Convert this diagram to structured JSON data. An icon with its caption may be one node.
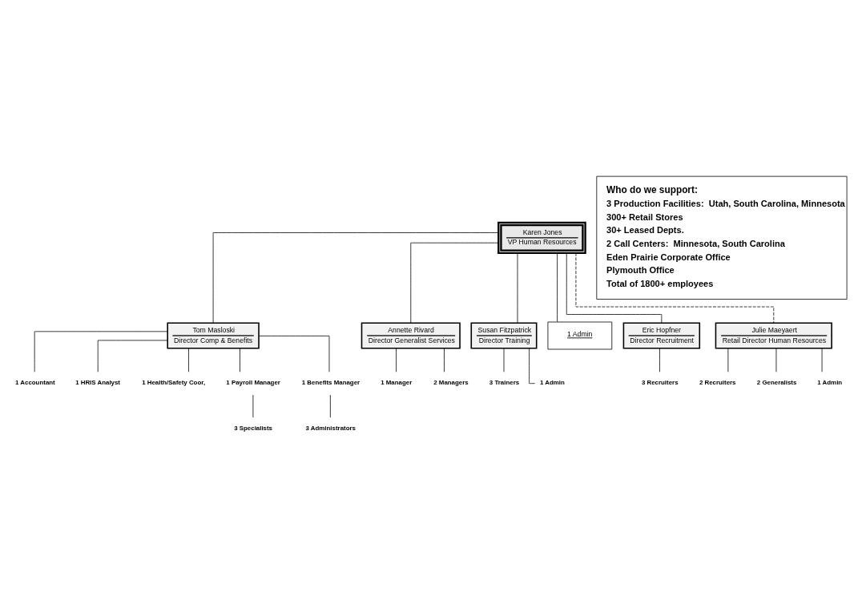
{
  "diagram": {
    "nodes": [
      {
        "text": [
          "Karen Jones",
          "VP Human Resources"
        ]
      },
      {
        "text": [
          "Tom Masloski",
          "Director Comp & Benefits"
        ]
      },
      {
        "text": [
          "Annette Rivard",
          "Director Generalist Services"
        ]
      },
      {
        "text": [
          "Susan Fitzpatrick",
          "Director Training"
        ]
      },
      {
        "text": [
          "1 Admin"
        ]
      },
      {
        "text": [
          "Eric Hopfner",
          "Director Recruitment"
        ]
      },
      {
        "text": [
          "Julie Maeyaert",
          "Retail Director Human Resources"
        ]
      },
      {
        "text": [
          "1 Accountant"
        ]
      },
      {
        "text": [
          "1 HRIS Analyst"
        ]
      },
      {
        "text": [
          "1 Health/Safety Coor,"
        ]
      },
      {
        "text": [
          "1 Payroll Manager"
        ]
      },
      {
        "text": [
          "3 Specialists"
        ]
      },
      {
        "text": [
          "1 Benefits Manager"
        ]
      },
      {
        "text": [
          "3 Administrators"
        ]
      },
      {
        "text": [
          "1 Manager"
        ]
      },
      {
        "text": [
          "2 Managers"
        ]
      },
      {
        "text": [
          "3 Trainers"
        ]
      },
      {
        "text": [
          "1 Admin"
        ]
      },
      {
        "text": [
          "3 Recruiters"
        ]
      },
      {
        "text": [
          "2 Recruiters"
        ]
      },
      {
        "text": [
          "2 Generalists"
        ]
      },
      {
        "text": [
          "1 Admin"
        ]
      },
      {
        "text": [
          "Who do we support:",
          "3 Production Facilities:  Utah, South Carolina, Minnesota",
          "300+ Retail Stores",
          "30+ Leased Depts.",
          "2 Call Centers:  Minnesota, South Carolina",
          "Eden Prairie Corporate Office",
          "Plymouth Office",
          "Total of 1800+ employees"
        ]
      }
    ],
    "edges": [
      {
        "from": 0,
        "to": 1,
        "arrow": "none"
      },
      {
        "from": 0,
        "to": 2,
        "arrow": "none"
      },
      {
        "from": 0,
        "to": 3,
        "arrow": "none"
      },
      {
        "from": 0,
        "to": 4,
        "arrow": "none"
      },
      {
        "from": 0,
        "to": 5,
        "arrow": "none"
      },
      {
        "from": 0,
        "to": 6,
        "arrow": "none",
        "style": "dashed"
      },
      {
        "from": 1,
        "to": 7,
        "arrow": "none"
      },
      {
        "from": 1,
        "to": 8,
        "arrow": "none"
      },
      {
        "from": 1,
        "to": 9,
        "arrow": "none"
      },
      {
        "from": 1,
        "to": 10,
        "arrow": "none"
      },
      {
        "from": 10,
        "to": 11,
        "arrow": "none"
      },
      {
        "from": 1,
        "to": 12,
        "arrow": "none"
      },
      {
        "from": 12,
        "to": 13,
        "arrow": "none"
      },
      {
        "from": 2,
        "to": 14,
        "arrow": "none"
      },
      {
        "from": 2,
        "to": 15,
        "arrow": "none"
      },
      {
        "from": 3,
        "to": 16,
        "arrow": "none"
      },
      {
        "from": 3,
        "to": 17,
        "arrow": "none"
      },
      {
        "from": 5,
        "to": 18,
        "arrow": "none"
      },
      {
        "from": 6,
        "to": 19,
        "arrow": "none"
      },
      {
        "from": 6,
        "to": 20,
        "arrow": "none"
      },
      {
        "from": 6,
        "to": 21,
        "arrow": "none"
      }
    ]
  }
}
